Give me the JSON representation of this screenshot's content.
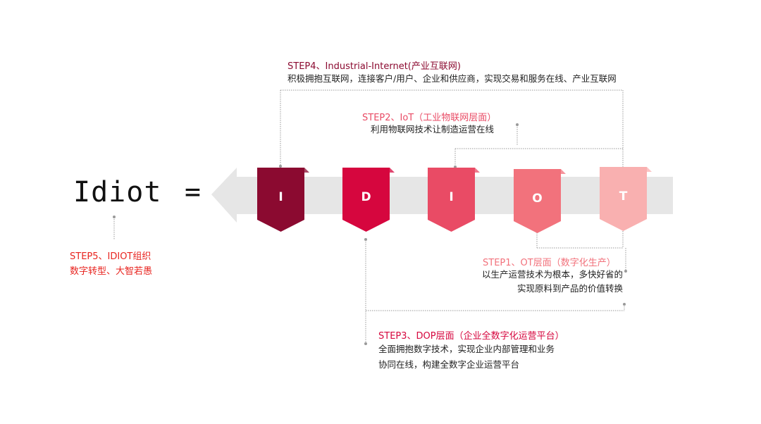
{
  "headline": {
    "word": "Idiot",
    "equals": "="
  },
  "letters": [
    {
      "char": "I",
      "color": "#8b0a30"
    },
    {
      "char": "D",
      "color": "#d6063e"
    },
    {
      "char": "I",
      "color": "#e94b65"
    },
    {
      "char": "O",
      "color": "#f2727c"
    },
    {
      "char": "T",
      "color": "#f9b0b0"
    }
  ],
  "arrow_color": "#e6e6e6",
  "steps": {
    "step4": {
      "title": "STEP4、Industrial-Internet(产业互联网)",
      "desc": "积极拥抱互联网，连接客户/用户、企业和供应商，实现交易和服务在线、产业互联网",
      "color": "#8b0a30"
    },
    "step2": {
      "title": "STEP2、IoT（工业物联网层面）",
      "desc": "利用物联网技术让制造运营在线",
      "color": "#e94b65"
    },
    "step1": {
      "title": "STEP1、OT层面（数字化生产）",
      "desc_line1": "以生产运营技术为根本，多快好省的",
      "desc_line2": "实现原料到产品的价值转换",
      "color": "#f2727c"
    },
    "step3": {
      "title": "STEP3、DOP层面（企业全数字化运营平台）",
      "desc_line1": "全面拥抱数字技术，实现企业内部管理和业务",
      "desc_line2": "协同在线，构建全数字企业运营平台",
      "color": "#d6063e"
    },
    "step5": {
      "line1": "STEP5、IDIOT组织",
      "line2": "数字转型、大智若愚",
      "color": "#e8241f"
    }
  }
}
